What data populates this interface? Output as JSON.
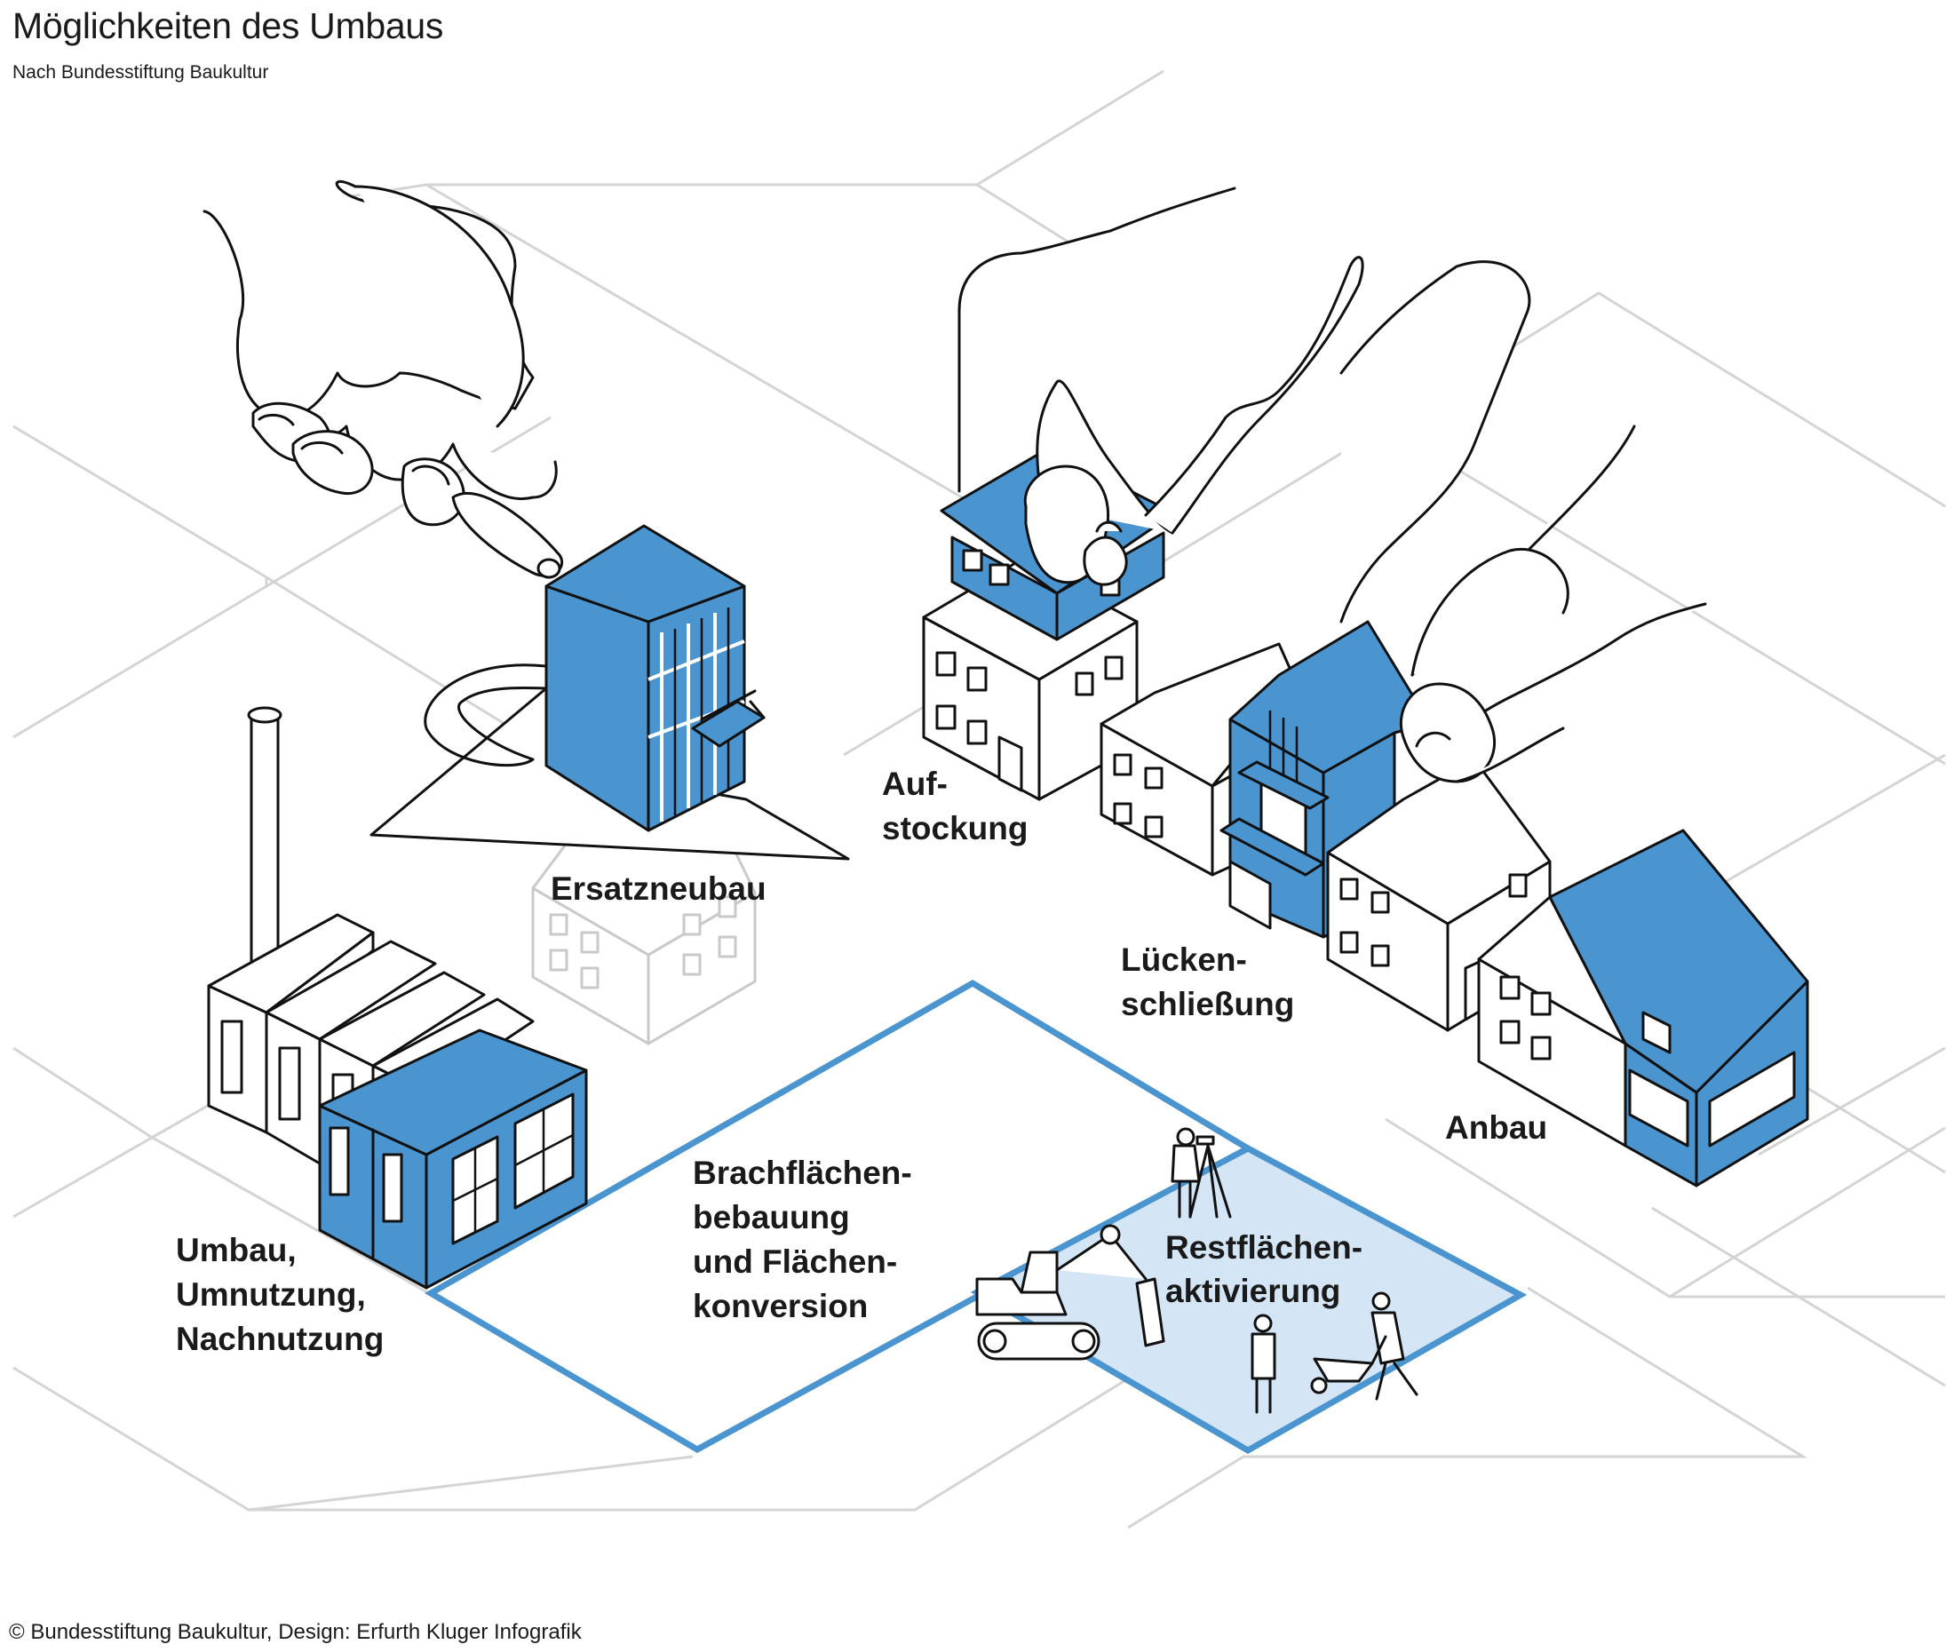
{
  "header": {
    "title": "Möglichkeiten des Umbaus",
    "subtitle": "Nach Bundesstiftung Baukultur"
  },
  "footer": {
    "credit": "© Bundesstiftung Baukultur, Design: Erfurth Kluger Infografik"
  },
  "colors": {
    "accent_blue": "#4a94cf",
    "light_blue": "#d4e5f5",
    "grid_gray": "#d4d4d4",
    "line": "#111111"
  },
  "labels": {
    "ersatzneubau": [
      "Ersatzneubau"
    ],
    "aufstockung": [
      "Auf-",
      "stockung"
    ],
    "lueckenschliessung": [
      "Lücken-",
      "schließung"
    ],
    "anbau": [
      "Anbau"
    ],
    "umbau": [
      "Umbau,",
      "Umnutzung,",
      "Nachnutzung"
    ],
    "brachflaechen": [
      "Brachflächen-",
      "bebauung",
      "und Flächen-",
      "konversion"
    ],
    "restflaechen": [
      "Restflächen-",
      "aktivierung"
    ]
  }
}
